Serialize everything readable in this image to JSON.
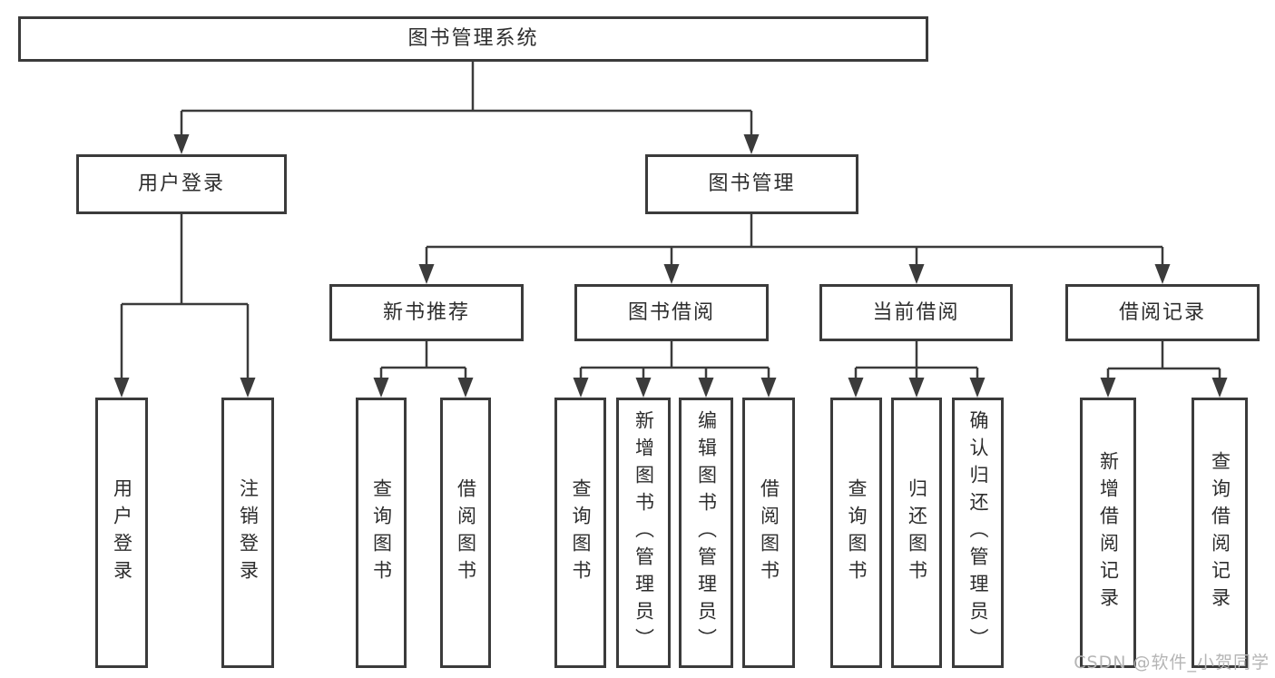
{
  "diagram": {
    "watermark": "CSDN @软件_小贺同学",
    "line_color": "#3b3b3b",
    "tree": {
      "label": "图书管理系统",
      "children": [
        {
          "label": "用户登录",
          "children": [
            {
              "label": "用户登录"
            },
            {
              "label": "注销登录"
            }
          ]
        },
        {
          "label": "图书管理",
          "children": [
            {
              "label": "新书推荐",
              "children": [
                {
                  "label": "查询图书"
                },
                {
                  "label": "借阅图书"
                }
              ]
            },
            {
              "label": "图书借阅",
              "children": [
                {
                  "label": "查询图书"
                },
                {
                  "label": "新增图书（管理员）"
                },
                {
                  "label": "编辑图书（管理员）"
                },
                {
                  "label": "借阅图书"
                }
              ]
            },
            {
              "label": "当前借阅",
              "children": [
                {
                  "label": "查询图书"
                },
                {
                  "label": "归还图书"
                },
                {
                  "label": "确认归还（管理员）"
                }
              ]
            },
            {
              "label": "借阅记录",
              "children": [
                {
                  "label": "新增借阅记录"
                },
                {
                  "label": "查询借阅记录"
                }
              ]
            }
          ]
        }
      ]
    }
  }
}
